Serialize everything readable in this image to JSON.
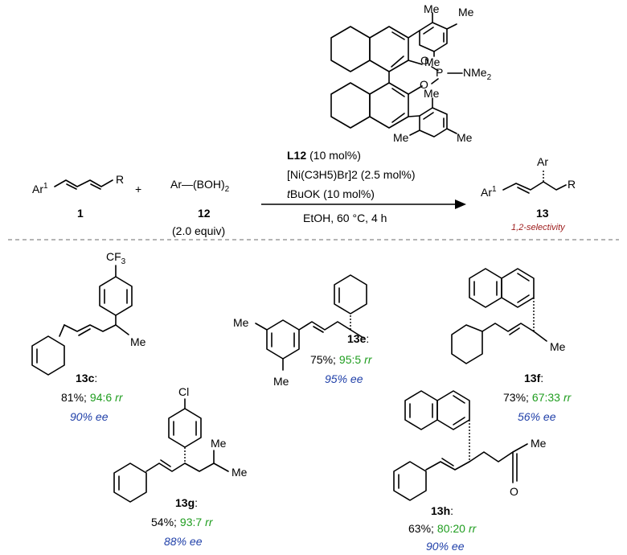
{
  "reaction": {
    "substrate1_label": "1",
    "reagent_text": "Ar—(BOH)",
    "reagent_sub": "2",
    "plus": "+",
    "substrate2_label": "12",
    "substrate2_equiv": "(2.0 equiv)",
    "product_label": "13",
    "selectivity": "1,2-selectivity",
    "ligand_label": "L12",
    "ligand_loading": "(10 mol%)",
    "catalyst_line": "[Ni(C3H5)Br]2 (2.5 mol%)",
    "base_prefix": "t",
    "base_line": "BuOK (10 mol%)",
    "conditions": "EtOH, 60 °C, 4 h"
  },
  "atoms": {
    "Ar": "Ar",
    "Ar1_sup": "1",
    "R": "R",
    "Me": "Me",
    "O": "O",
    "P": "P",
    "NMe": "NMe",
    "NMe_sub": "2",
    "CF3": "CF",
    "CF3_sub": "3",
    "Cl": "Cl"
  },
  "products": [
    {
      "id": "13c",
      "yield": "81%;",
      "rr": "94:6",
      "ee": "90% ee"
    },
    {
      "id": "13e",
      "yield": "75%;",
      "rr": "95:5",
      "ee": "95% ee"
    },
    {
      "id": "13f",
      "yield": "73%;",
      "rr": "67:33",
      "ee": "56% ee"
    },
    {
      "id": "13g",
      "yield": "54%;",
      "rr": "93:7",
      "ee": "88% ee"
    },
    {
      "id": "13h",
      "yield": "63%;",
      "rr": "80:20",
      "ee": "90% ee"
    }
  ],
  "rr_unit": "rr",
  "colors": {
    "green": "#1f9d1f",
    "blue": "#1f3fa8",
    "red": "#9c1a1a"
  }
}
